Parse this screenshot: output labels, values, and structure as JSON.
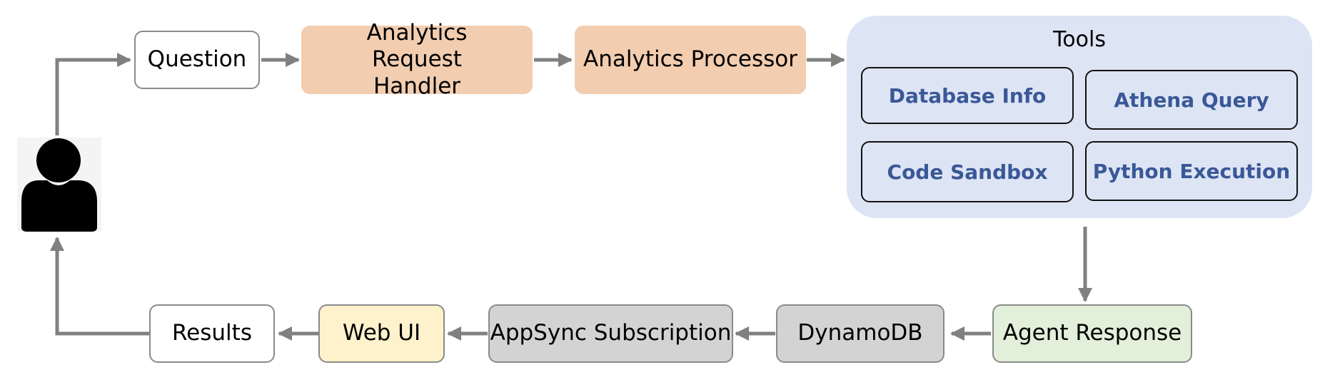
{
  "nodes": {
    "question": "Question",
    "request_handler": "Analytics Request Handler",
    "processor": "Analytics Processor",
    "agent_response": "Agent Response",
    "dynamodb": "DynamoDB",
    "appsync": "AppSync Subscription",
    "web_ui": "Web UI",
    "results": "Results"
  },
  "tools_panel": {
    "title": "Tools",
    "items": [
      "Database Info",
      "Athena Query",
      "Code Sandbox",
      "Python Execution"
    ]
  },
  "colors": {
    "panel_bg": "#dde4f4",
    "tool_text": "#3a5897",
    "arrow": "#808080",
    "orange_fill": "#f2cdb0",
    "grey_fill": "#d3d3d3",
    "yellow_fill": "#fdf2cc",
    "green_fill": "#e2efda"
  },
  "icons": {
    "user": "user-icon"
  }
}
